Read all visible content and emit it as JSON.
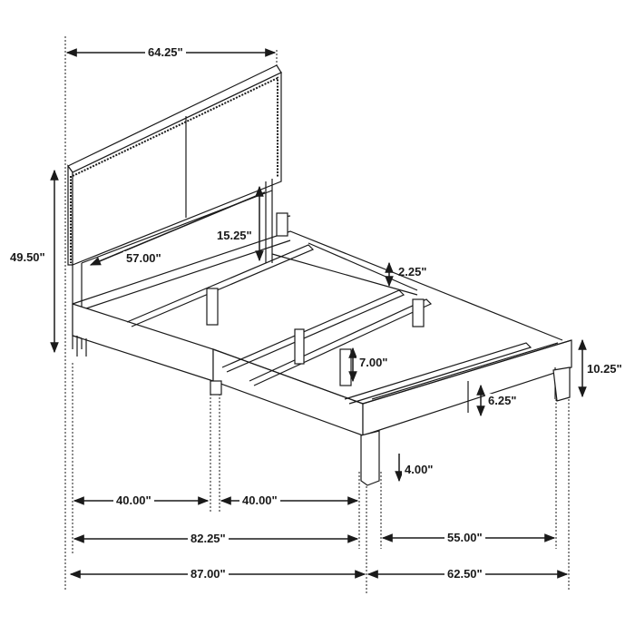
{
  "diagram": {
    "subject": "Upholstered platform bed frame with nailhead-trim headboard",
    "line_color": "#1a1a1a",
    "background": "#ffffff",
    "dimensions": {
      "headboard_width": "64.25\"",
      "headboard_total_height": "49.50\"",
      "headboard_panel_height": "15.25\"",
      "inner_width": "57.00\"",
      "rail_gap": "2.25\"",
      "center_support_height": "7.00\"",
      "footboard_height": "10.25\"",
      "side_rail_height": "6.25\"",
      "leg_height": "4.00\"",
      "rail_segment_1": "40.00\"",
      "rail_segment_2": "40.00\"",
      "inner_length": "82.25\"",
      "inner_foot_width": "55.00\"",
      "overall_length": "87.00\"",
      "overall_width": "62.50\""
    }
  }
}
